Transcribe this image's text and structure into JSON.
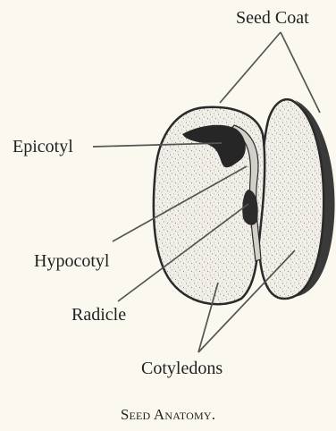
{
  "labels": {
    "seed_coat": "Seed Coat",
    "epicotyl": "Epicotyl",
    "hypocotyl": "Hypocotyl",
    "radicle": "Radicle",
    "cotyledons": "Cotyledons"
  },
  "caption": "Seed Anatomy."
}
